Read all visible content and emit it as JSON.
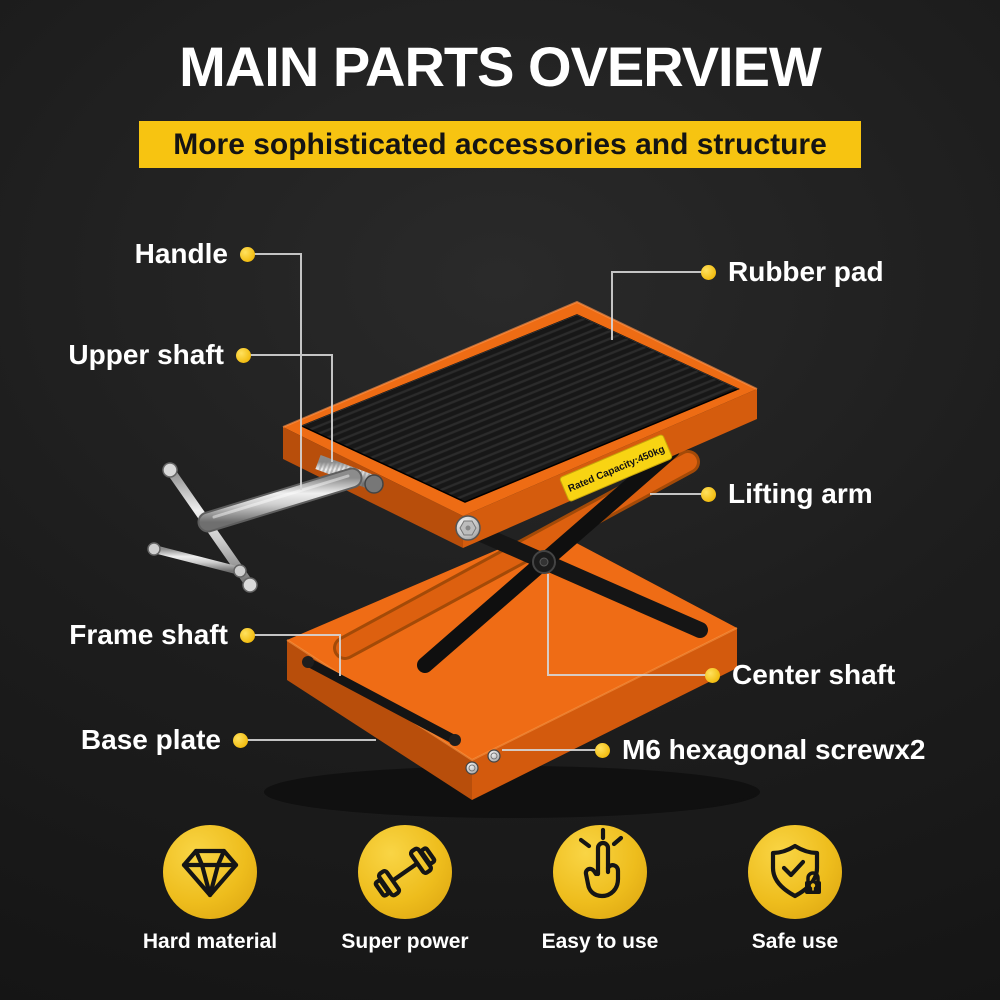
{
  "header": {
    "title": "MAIN PARTS OVERVIEW",
    "subtitle": "More sophisticated accessories and structure"
  },
  "product": {
    "sticker": "Rated Capacity:450kg"
  },
  "callouts": {
    "left": [
      {
        "label": "Handle"
      },
      {
        "label": "Upper shaft"
      },
      {
        "label": "Frame shaft"
      },
      {
        "label": "Base plate"
      }
    ],
    "right": [
      {
        "label": "Rubber pad"
      },
      {
        "label": "Lifting arm"
      },
      {
        "label": "Center shaft"
      },
      {
        "label": "M6 hexagonal screwx2"
      }
    ]
  },
  "features": [
    {
      "icon": "diamond-icon",
      "label": "Hard material"
    },
    {
      "icon": "strength-icon",
      "label": "Super power"
    },
    {
      "icon": "tap-icon",
      "label": "Easy to use"
    },
    {
      "icon": "shield-lock-icon",
      "label": "Safe use"
    }
  ],
  "colors": {
    "accent_yellow": "#f7c411",
    "product_orange": "#ee6c14",
    "background": "#1a1a1a",
    "text": "#ffffff"
  }
}
